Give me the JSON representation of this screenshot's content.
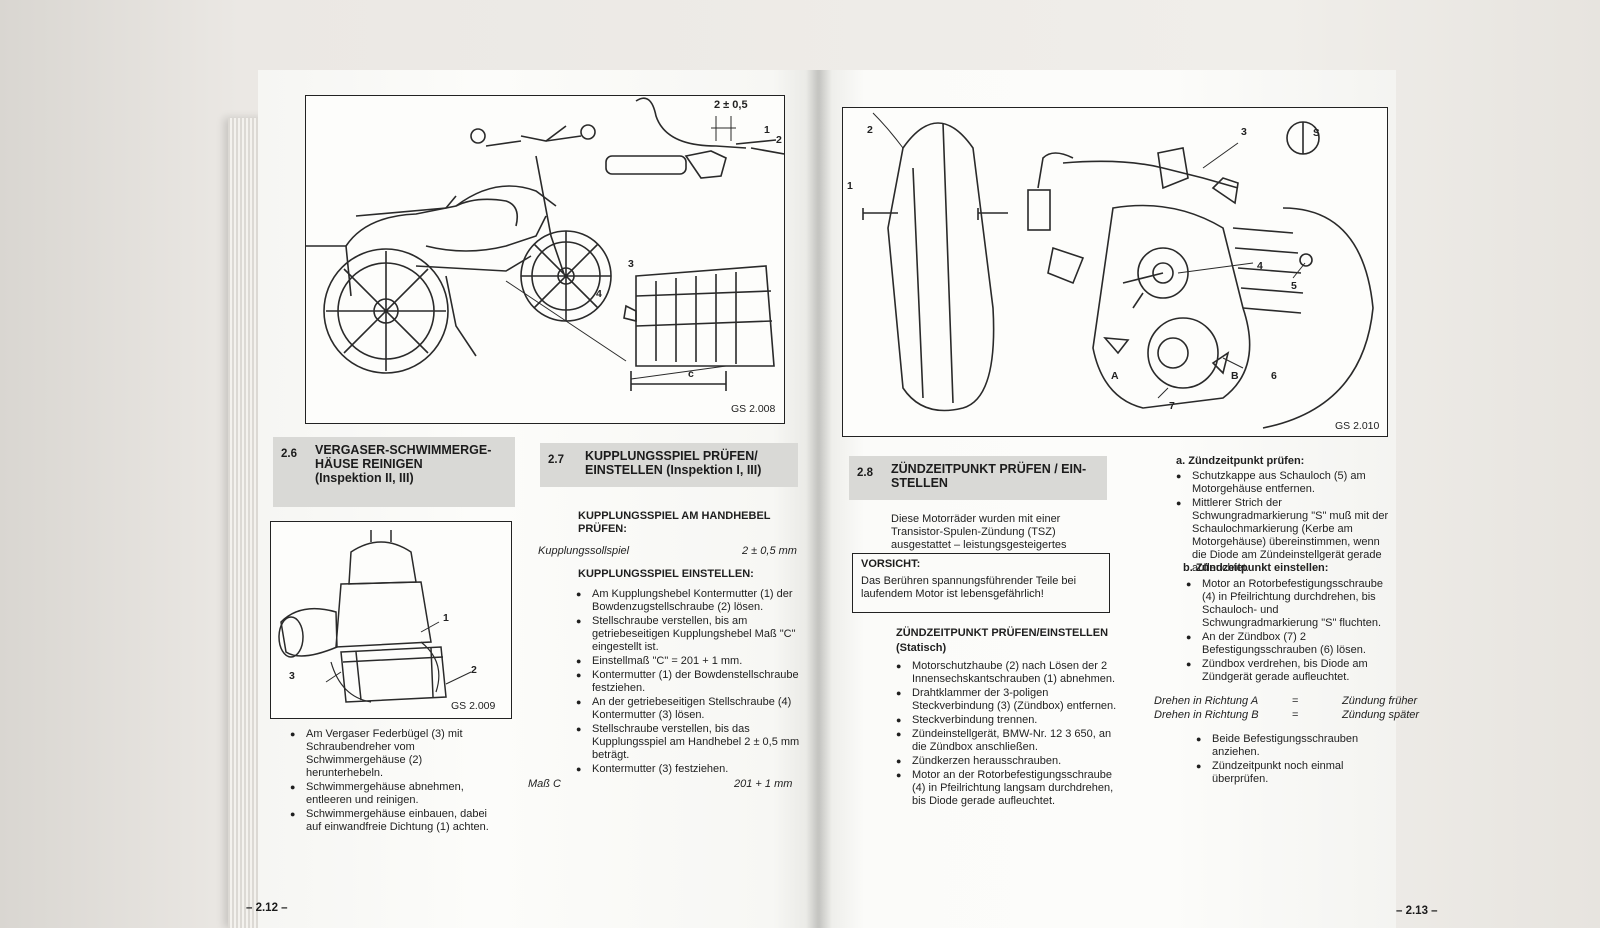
{
  "left_page": {
    "fig1": {
      "ref": "GS 2.008",
      "labels": {
        "tolerance": "2 ± 0,5",
        "n1": "1",
        "n2": "2",
        "n3": "3",
        "n4": "4",
        "c": "c"
      }
    },
    "section_2_6": {
      "number": "2.6",
      "title_line1": "VERGASER-SCHWIMMERGE-",
      "title_line2": "HÄUSE REINIGEN",
      "title_line3": "(Inspektion II, III)"
    },
    "fig2": {
      "ref": "GS 2.009",
      "labels": {
        "n1": "1",
        "n2": "2",
        "n3": "3"
      }
    },
    "section_2_6_steps": [
      "Am Vergaser Federbügel (3) mit Schraubendreher vom Schwimmergehäuse (2) herunterhebeln.",
      "Schwimmergehäuse abnehmen, entleeren und reinigen.",
      "Schwimmergehäuse einbauen, dabei auf einwandfreie Dichtung (1) achten."
    ],
    "section_2_7": {
      "number": "2.7",
      "title_line1": "KUPPLUNGSSPIEL PRÜFEN/",
      "title_line2": "EINSTELLEN (Inspektion I, III)"
    },
    "check_heading": "KUPPLUNGSSPIEL AM HANDHEBEL PRÜFEN:",
    "spec1_label": "Kupplungssollspiel",
    "spec1_value": "2 ± 0,5 mm",
    "adjust_heading": "KUPPLUNGSSPIEL EINSTELLEN:",
    "adjust_steps": [
      "Am Kupplungshebel Kontermutter (1) der Bowdenzugstellschraube (2) lösen.",
      "Stellschraube verstellen, bis am getriebeseitigen Kupplungshebel Maß \"C\" eingestellt ist.",
      "Einstellmaß \"C\" = 201 + 1 mm.",
      "Kontermutter (1) der Bowdenstellschraube festziehen.",
      "An der getriebeseitigen Stellschraube (4) Kontermutter (3) lösen.",
      "Stellschraube verstellen, bis das Kupplungsspiel am Handhebel 2 ± 0,5 mm beträgt.",
      "Kontermutter (3) festziehen."
    ],
    "spec2_label": "Maß C",
    "spec2_value": "201 + 1 mm",
    "page_number": "– 2.12 –"
  },
  "right_page": {
    "fig3": {
      "ref": "GS 2.010",
      "labels": {
        "n1": "1",
        "n2": "2",
        "n3": "3",
        "n4": "4",
        "n5": "5",
        "n6": "6",
        "n7": "7",
        "a": "A",
        "b": "B",
        "s": "S"
      }
    },
    "section_2_8": {
      "number": "2.8",
      "title_line1": "ZÜNDZEITPUNKT PRÜFEN / EIN-",
      "title_line2": "STELLEN"
    },
    "intro": "Diese Motorräder wurden mit einer Transistor-Spulen-Zündung (TSZ) ausgestattet – leistungsgesteigertes Zündsystem.",
    "caution_title": "VORSICHT:",
    "caution_text": "Das Berühren spannungsführender Teile bei laufendem Motor ist lebensgefährlich!",
    "static_heading": "ZÜNDZEITPUNKT PRÜFEN/EINSTELLEN",
    "static_sub": "(Statisch)",
    "static_steps": [
      "Motorschutzhaube (2) nach Lösen der 2 Innensechskantschrauben (1) abnehmen.",
      "Drahtklammer der 3-poligen Steckverbindung (3) (Zündbox) entfernen.",
      "Steckverbindung trennen.",
      "Zündeinstellgerät, BMW-Nr. 12 3 650, an die Zündbox anschließen.",
      "Zündkerzen herausschrauben.",
      "Motor an der Rotorbefestigungsschraube (4) in Pfeilrichtung langsam durchdrehen, bis Diode gerade aufleuchtet."
    ],
    "a_heading": "a. Zündzeitpunkt prüfen:",
    "a_steps": [
      "Schutzkappe aus Schauloch (5) am Motorgehäuse entfernen.",
      "Mittlerer Strich der Schwungradmarkierung \"S\" muß mit der Schaulochmarkierung (Kerbe am Motorgehäuse) übereinstimmen, wenn die Diode am Zündeinstellgerät gerade aufleuchtet."
    ],
    "b_heading": "b. Zündzeitpunkt einstellen:",
    "b_steps": [
      "Motor an Rotorbefestigungsschraube (4) in Pfeilrichtung durchdrehen, bis Schauloch- und Schwungradmarkierung \"S\" fluchten.",
      "An der Zündbox (7) 2 Befestigungsschrauben (6) lösen.",
      "Zündbox verdrehen, bis Diode am Zündgerät gerade aufleuchtet."
    ],
    "dir_rows": [
      {
        "label": "Drehen in Richtung A",
        "eq": "=",
        "value": "Zündung früher"
      },
      {
        "label": "Drehen in Richtung B",
        "eq": "=",
        "value": "Zündung später"
      }
    ],
    "final_steps": [
      "Beide Befestigungsschrauben anziehen.",
      "Zündzeitpunkt noch einmal überprüfen."
    ],
    "page_number": "– 2.13 –"
  }
}
